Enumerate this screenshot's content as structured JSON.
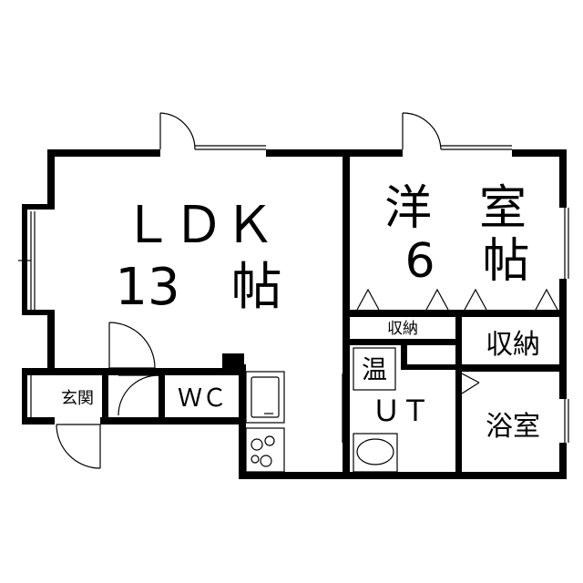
{
  "rooms": {
    "ldk": {
      "name": "ＬＤＫ",
      "size": "13　帖"
    },
    "western": {
      "name": "洋　室",
      "size": "6　帖"
    },
    "closet_small": "収納",
    "closet_large": "収納",
    "water_heater": "温",
    "entrance": "玄関",
    "wc": "ＷＣ",
    "utility": "ＵＴ",
    "bath": "浴室"
  },
  "colors": {
    "wall": "#000000",
    "background": "#ffffff"
  }
}
